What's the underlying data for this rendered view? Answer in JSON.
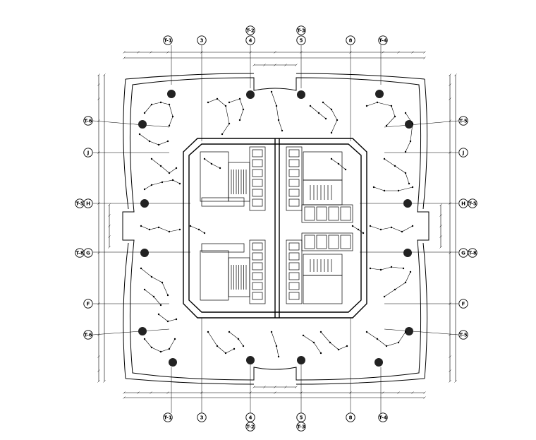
{
  "grid_labels": {
    "top": [
      "T-1",
      "3",
      "4",
      "5",
      "8",
      "T-4"
    ],
    "top_extra": [
      "T-2",
      "T-3"
    ],
    "bottom": [
      "T-1",
      "3",
      "4",
      "5",
      "8",
      "T-4"
    ],
    "bottom_extra": [
      "T-2",
      "T-3"
    ],
    "left": [
      "T-6",
      "J",
      "H",
      "G",
      "F",
      "T-6"
    ],
    "right": [
      "T-5",
      "J",
      "H",
      "G",
      "F",
      "T-5"
    ],
    "left_extra": [
      "T-5",
      "T-8"
    ],
    "right_extra": [
      "T-5",
      "T-8"
    ]
  },
  "colors": {
    "line": "#000000",
    "column": "#222222",
    "background": "#ffffff"
  }
}
